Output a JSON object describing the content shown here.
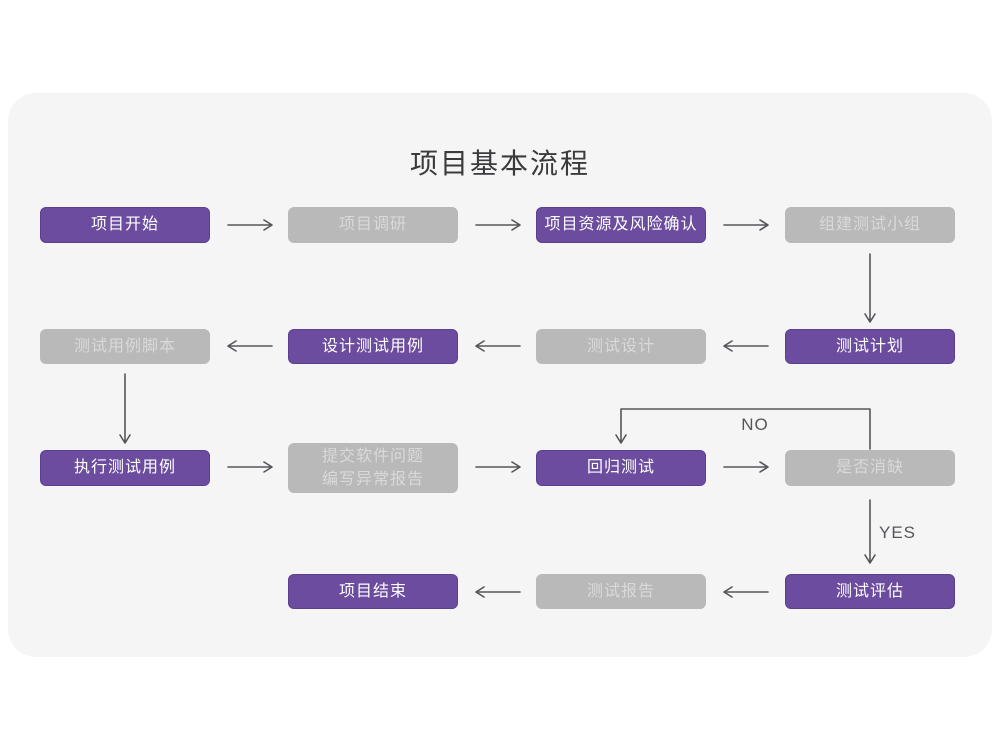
{
  "title": "项目基本流程",
  "colors": {
    "card_bg": "#f5f5f6",
    "purple": "#6c4c9f",
    "purple_border": "#5d3f90",
    "purple_text": "#ffffff",
    "gray": "#b9b9ba",
    "gray_text": "#d9d9da",
    "arrow": "#56565a",
    "title_text": "#3b3b3d"
  },
  "nodes": {
    "project_start": {
      "label": "项目开始",
      "variant": "purple"
    },
    "project_research": {
      "label": "项目调研",
      "variant": "gray"
    },
    "resource_risk": {
      "label": "项目资源及风险确认",
      "variant": "purple"
    },
    "build_team": {
      "label": "组建测试小组",
      "variant": "gray"
    },
    "case_script": {
      "label": "测试用例脚本",
      "variant": "gray"
    },
    "design_case": {
      "label": "设计测试用例",
      "variant": "purple"
    },
    "test_design": {
      "label": "测试设计",
      "variant": "gray"
    },
    "test_plan": {
      "label": "测试计划",
      "variant": "purple"
    },
    "execute_case": {
      "label": "执行测试用例",
      "variant": "purple"
    },
    "submit_issue": {
      "label": "提交软件问题\n编写异常报告",
      "variant": "gray"
    },
    "regression": {
      "label": "回归测试",
      "variant": "purple"
    },
    "defect_cleared": {
      "label": "是否消缺",
      "variant": "gray"
    },
    "project_end": {
      "label": "项目结束",
      "variant": "purple"
    },
    "test_report": {
      "label": "测试报告",
      "variant": "gray"
    },
    "test_evaluate": {
      "label": "测试评估",
      "variant": "purple"
    }
  },
  "edge_labels": {
    "no": "NO",
    "yes": "YES"
  }
}
